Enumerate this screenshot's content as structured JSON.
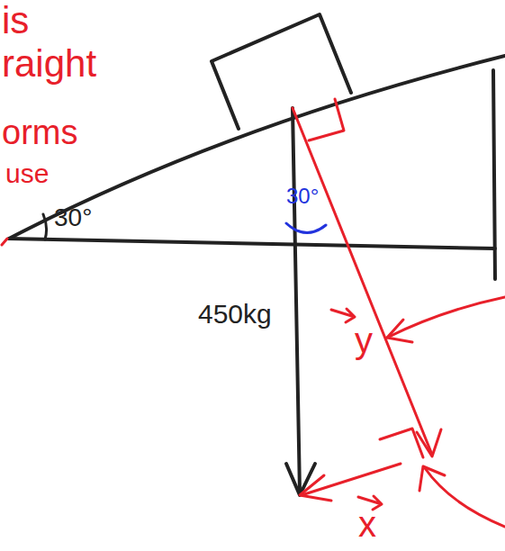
{
  "diagram": {
    "labels": [
      "is",
      "raight",
      "orms",
      "use",
      "30°",
      "30°",
      "450kg",
      "y",
      "x"
    ]
  }
}
